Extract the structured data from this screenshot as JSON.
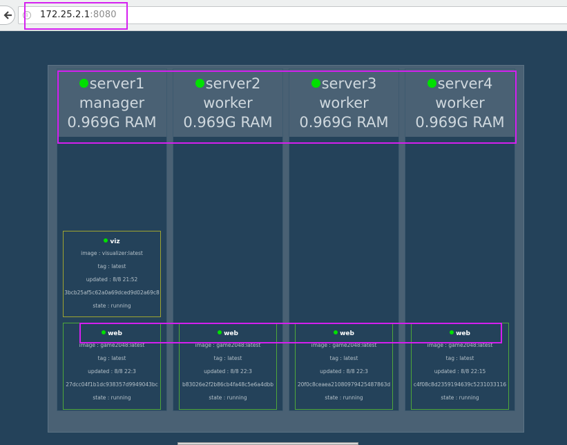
{
  "browser": {
    "url_host": "172.25.2.1",
    "url_port": ":8080"
  },
  "colors": {
    "background": "#24425a",
    "panel": "#4a6174",
    "status_running": "#00e000",
    "highlight": "#d51ff0"
  },
  "nodes": [
    {
      "name": "server1",
      "role": "manager",
      "ram": "0.969G RAM"
    },
    {
      "name": "server2",
      "role": "worker",
      "ram": "0.969G RAM"
    },
    {
      "name": "server3",
      "role": "worker",
      "ram": "0.969G RAM"
    },
    {
      "name": "server4",
      "role": "worker",
      "ram": "0.969G RAM"
    }
  ],
  "tasks": {
    "viz": {
      "name": "viz",
      "image": "image : visualizer:latest",
      "tag": "tag : latest",
      "updated": "updated : 8/8 21:52",
      "id": "3bcb25af5c62a0a69dced9d02a69c8",
      "state": "state : running"
    },
    "web": [
      {
        "name": "web",
        "image": "image : game2048:latest",
        "tag": "tag : latest",
        "updated": "updated : 8/8 22:3",
        "id": "27dcc04f1b1dc938357d9949043bc",
        "state": "state : running"
      },
      {
        "name": "web",
        "image": "image : game2048:latest",
        "tag": "tag : latest",
        "updated": "updated : 8/8 22:3",
        "id": "b83026e2f2b86cb4fa48c5e6a4dbb",
        "state": "state : running"
      },
      {
        "name": "web",
        "image": "image : game2048:latest",
        "tag": "tag : latest",
        "updated": "updated : 8/8 22:3",
        "id": "20f0c8ceaea21080979425487863d",
        "state": "state : running"
      },
      {
        "name": "web",
        "image": "image : game2048:latest",
        "tag": "tag : latest",
        "updated": "updated : 8/8 22:15",
        "id": "c4f08c8d2359194639c5231033116",
        "state": "state : running"
      }
    ]
  }
}
